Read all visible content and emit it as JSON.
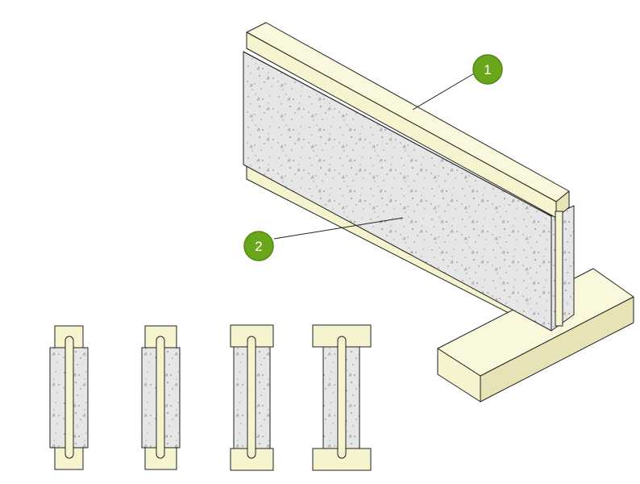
{
  "colors": {
    "timber": "#f6f3cf",
    "timber_dark": "#e8e3b6",
    "timber_top": "#f9f7dc",
    "panel": "#e6e6e6",
    "panel_dark": "#d2d2d2",
    "outline": "#222222",
    "callout": "#6aa61c",
    "callout_stroke": "#4f8a10"
  },
  "callouts": [
    {
      "number": "1",
      "label_target": "top-plate"
    },
    {
      "number": "2",
      "label_target": "concrete-panel"
    }
  ],
  "section_variants": [
    {
      "id": "a",
      "plate": "narrow"
    },
    {
      "id": "b",
      "plate": "narrow"
    },
    {
      "id": "c",
      "plate": "wide"
    },
    {
      "id": "d",
      "plate": "wide"
    }
  ]
}
